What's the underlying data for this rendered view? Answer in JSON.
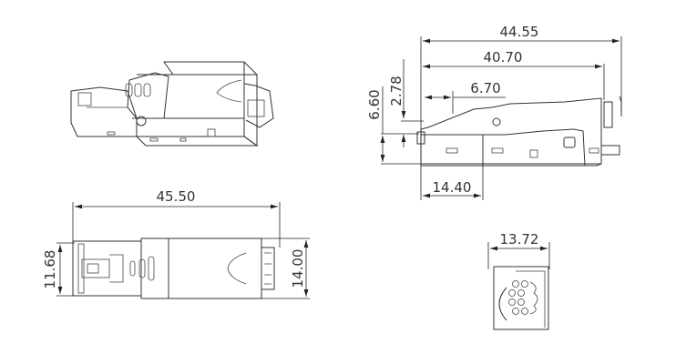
{
  "drawing": {
    "subject": "RJ45 field-termination plug, dimensioned drawing",
    "units": "mm",
    "views": {
      "isometric": {
        "label": ""
      },
      "side": {
        "dims": {
          "overall_length": "44.55",
          "body_length": "40.70",
          "latch_offset": "6.70",
          "latch_height": "2.78",
          "overall_height": "6.60",
          "front_length": "14.40"
        }
      },
      "top": {
        "dims": {
          "length": "45.50",
          "front_width": "11.68",
          "body_width": "14.00"
        }
      },
      "end": {
        "dims": {
          "width": "13.72"
        }
      }
    }
  }
}
